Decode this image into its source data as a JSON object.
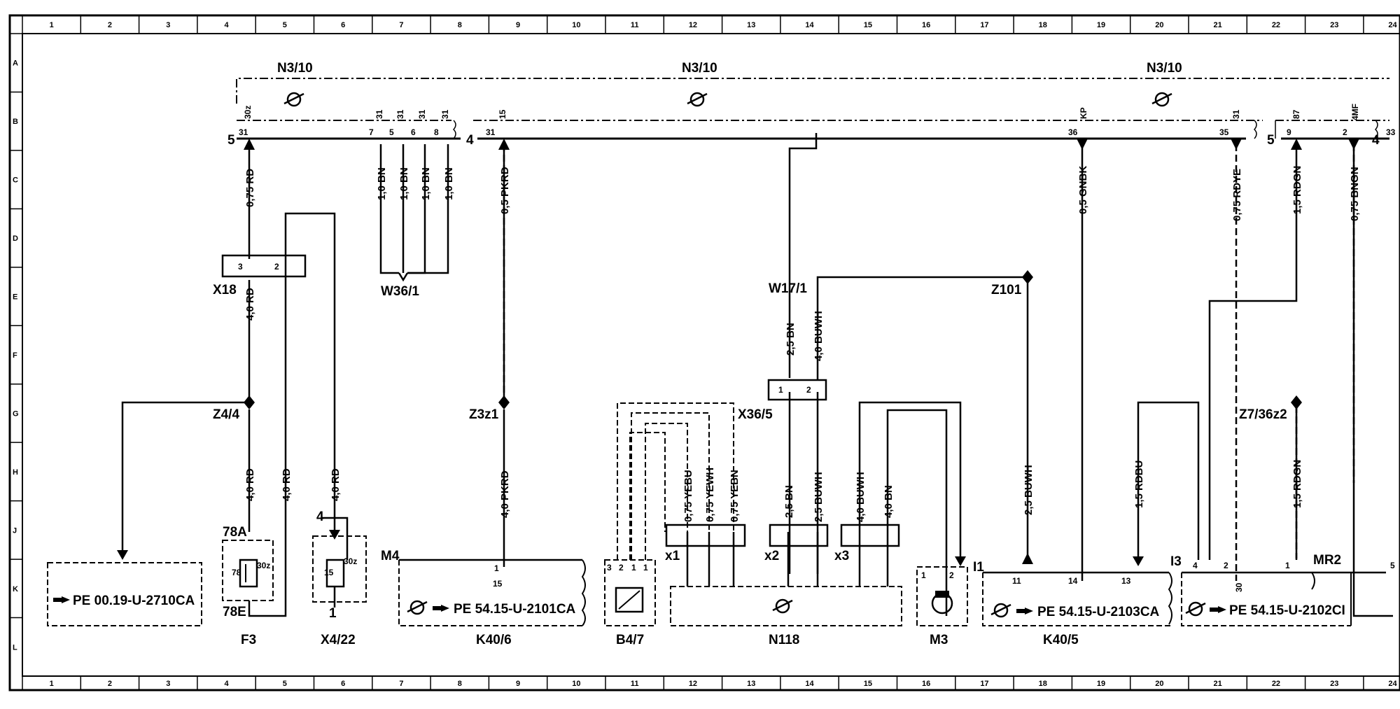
{
  "grid": {
    "columns": [
      "1",
      "2",
      "3",
      "4",
      "5",
      "6",
      "7",
      "8",
      "9",
      "10",
      "11",
      "12",
      "13",
      "14",
      "15",
      "16",
      "17",
      "18",
      "19",
      "20",
      "21",
      "22",
      "23",
      "24"
    ],
    "rows": [
      "A",
      "B",
      "C",
      "D",
      "E",
      "F",
      "G",
      "H",
      "J",
      "K",
      "L"
    ]
  },
  "modules": {
    "n3_10_left": "N3/10",
    "n3_10_mid": "N3/10",
    "n3_10_right": "N3/10"
  },
  "connector_pins": {
    "p31a": "31",
    "p7": "7",
    "p5": "5",
    "p6": "6",
    "p8": "8",
    "p31b": "31",
    "p36": "36",
    "p35": "35",
    "p9": "9",
    "p2": "2",
    "p33": "33"
  },
  "terminals": {
    "t30z": "30z",
    "t31a": "31",
    "t31b": "31",
    "t31c": "31",
    "t31d": "31",
    "t31e": "31",
    "t15": "15",
    "tkp": "KP",
    "t87": "87",
    "tmf": "4MF"
  },
  "plug_numbers": {
    "n5a": "5",
    "n4a": "4",
    "n5b": "5",
    "n4b": "4"
  },
  "wires": {
    "w_075rd": "0,75 RD",
    "w_10bn_1": "1,0 BN",
    "w_10bn_2": "1,0 BN",
    "w_10bn_3": "1,0 BN",
    "w_10bn_4": "1,0 BN",
    "w_05pkrd": "0,5 PKRD",
    "w_05gnbk": "0,5 GNBK",
    "w_075rdye": "0,75 RDYE",
    "w_15rdgn_top": "1,5 RDGN",
    "w_075bngn": "0,75 BNGN",
    "w_40rd_a": "4,0 RD",
    "w_25bn_top": "2,5 BN",
    "w_40buwh_top": "4,0 BUWH",
    "w_40rd_b": "4,0 RD",
    "w_40rd_c": "4,0 RD",
    "w_40rd_d": "4,0 RD",
    "w_40pkrd": "4,0 PKRD",
    "w_075yebu": "0,75 YEBU",
    "w_075yewh": "0,75 YEWH",
    "w_075yebn": "0,75 YEBN",
    "w_25bn_bot": "2,5 BN",
    "w_25buwh_bot": "2,5 BUWH",
    "w_40buwh_bot": "4,0 BUWH",
    "w_40bn_bot": "4,0 BN",
    "w_25buwh_z101": "2,5 BUWH",
    "w_15rdbu": "1,5 RDBU",
    "w_15rdgn_bot": "1,5 RDGN"
  },
  "labels": {
    "x18": "X18",
    "w36_1": "W36/1",
    "w17_1": "W17/1",
    "z101": "Z101",
    "z4_4": "Z4/4",
    "z3z1": "Z3z1",
    "x36_5": "X36/5",
    "z7_36z2": "Z7/36z2",
    "m4": "M4",
    "i1": "I1",
    "i3": "I3",
    "mr2": "MR2",
    "x1": "x1",
    "x2": "x2",
    "x3": "x3",
    "p78a": "78A",
    "p78e": "78E",
    "p78": "78",
    "p30z_a": "30z",
    "p30z_b": "30z",
    "p15b": "15",
    "num4": "4",
    "num1": "1"
  },
  "small_pins": {
    "x18_3": "3",
    "x18_2": "2",
    "x36_1": "1",
    "x36_2": "2",
    "b47_3": "3",
    "b47_2": "2",
    "b47_1a": "1",
    "b47_1b": "1",
    "m4_1": "1",
    "m4_15": "15",
    "m3_1": "1",
    "m3_2": "2",
    "k405_11": "11",
    "k405_14": "14",
    "k405_13": "13",
    "k402_4": "4",
    "k402_2": "2",
    "k402_1": "1",
    "k402_5": "5",
    "k402_30": "30"
  },
  "refs": {
    "pe_0019": "PE 00.19-U-2710CA",
    "pe_2101": "PE 54.15-U-2101CA",
    "pe_2103": "PE 54.15-U-2103CA",
    "pe_2102": "PE 54.15-U-2102CI"
  },
  "components": {
    "f3": "F3",
    "x4_22": "X4/22",
    "k40_6": "K40/6",
    "b4_7": "B4/7",
    "n118": "N118",
    "m3": "M3",
    "k40_5": "K40/5"
  }
}
